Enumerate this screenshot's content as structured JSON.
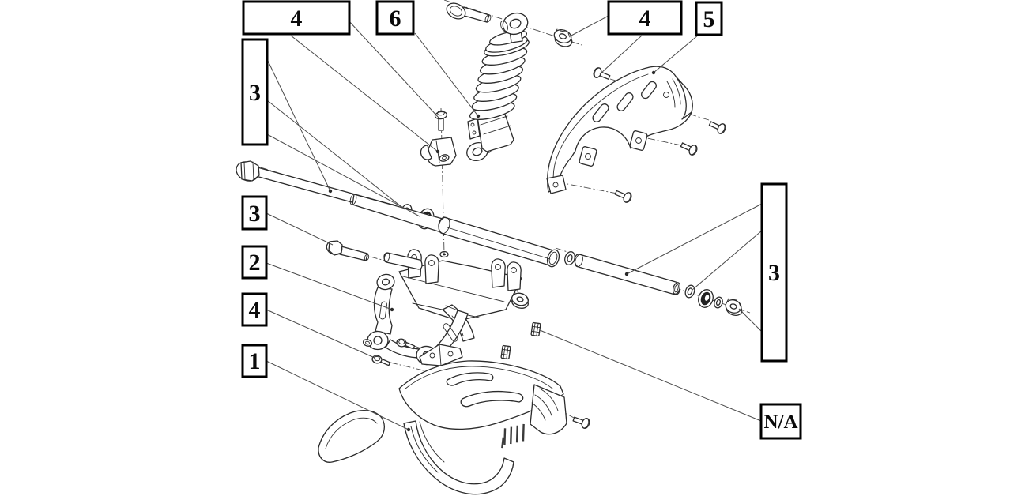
{
  "page": {
    "background": "#ffffff",
    "description": "exploded parts diagram of swingarm, shock absorber, chain guard and skid plate"
  },
  "diagram": {
    "type": "exploded-parts-diagram",
    "line_color": "#2b2b2b",
    "leader_color": "#4a4a4a",
    "callouts": [
      {
        "id": "callout-4-top-left",
        "label": "4"
      },
      {
        "id": "callout-6",
        "label": "6"
      },
      {
        "id": "callout-4-top-right",
        "label": "4"
      },
      {
        "id": "callout-5",
        "label": "5"
      },
      {
        "id": "callout-3-left-tall",
        "label": "3"
      },
      {
        "id": "callout-3-left",
        "label": "3"
      },
      {
        "id": "callout-2",
        "label": "2"
      },
      {
        "id": "callout-4-left",
        "label": "4"
      },
      {
        "id": "callout-1",
        "label": "1"
      },
      {
        "id": "callout-3-right-tall",
        "label": "3"
      },
      {
        "id": "callout-na",
        "label": "N/A"
      }
    ],
    "parts": [
      "shock-mount-bolt",
      "shock-absorber",
      "shock-mount-nut",
      "chain-guard",
      "chain-guard-screws",
      "shock-lower-bracket",
      "bracket-bolt",
      "pivot-bolt",
      "pivot-washer",
      "pivot-bearing",
      "swingarm",
      "spacer-bolt",
      "spacer-sleeve",
      "brace-arm",
      "flange-nut",
      "axle-tube",
      "axle-washers",
      "axle-bearing",
      "axle-nut",
      "chain-slider-clips",
      "mounting-bolts",
      "skid-plate",
      "skid-plate-screw"
    ]
  }
}
